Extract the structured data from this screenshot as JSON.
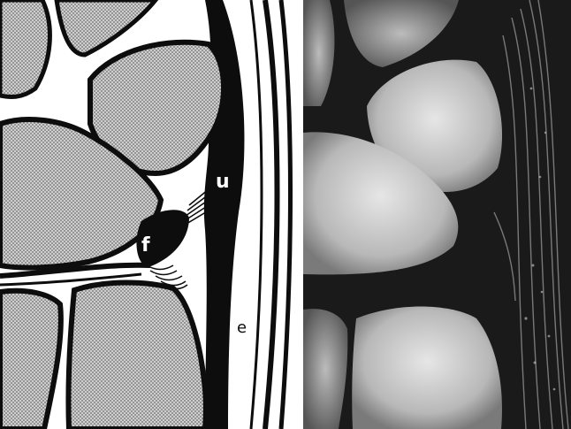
{
  "figure": {
    "labels": {
      "u": "u",
      "f": "f",
      "e": "e"
    },
    "colors": {
      "background": "#ffffff",
      "outline": "#0d0d0d",
      "stipple": "#9a9a9a",
      "photo_dark": "#1a1a1a",
      "photo_light": "#d8d8d8"
    }
  }
}
